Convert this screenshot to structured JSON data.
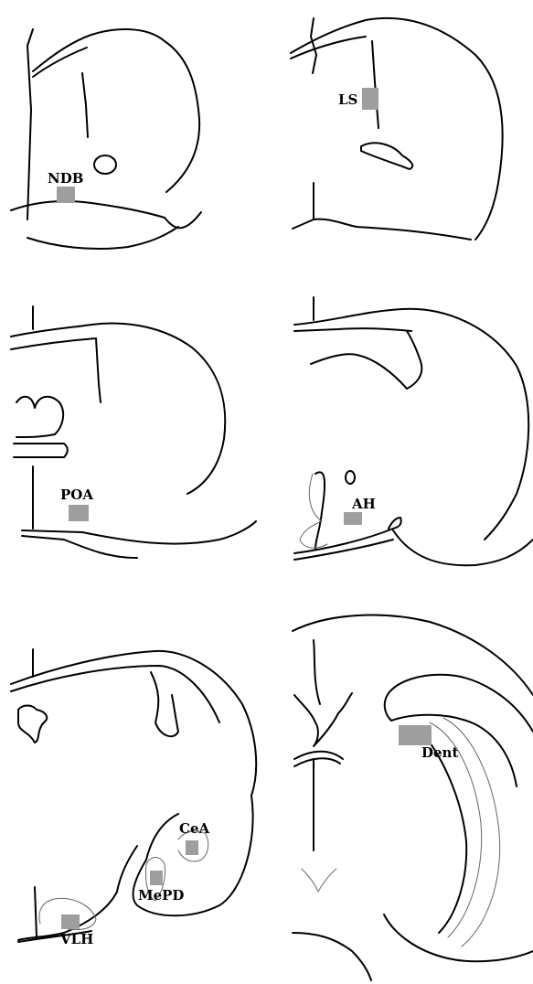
{
  "regions": {
    "ndb": {
      "label": "NDB",
      "color": "#9e9e9e"
    },
    "ls": {
      "label": "LS",
      "color": "#9e9e9e"
    },
    "poa": {
      "label": "POA",
      "color": "#9e9e9e"
    },
    "ah": {
      "label": "AH",
      "color": "#9e9e9e"
    },
    "cea": {
      "label": "CeA",
      "color": "#9e9e9e"
    },
    "mepd": {
      "label": "MePD",
      "color": "#9e9e9e"
    },
    "vlh": {
      "label": "VLH",
      "color": "#9e9e9e"
    },
    "dent": {
      "label": "Dent",
      "color": "#9e9e9e"
    }
  },
  "colors": {
    "outline": "#000000",
    "marker": "#9e9e9e",
    "background": "#ffffff"
  }
}
